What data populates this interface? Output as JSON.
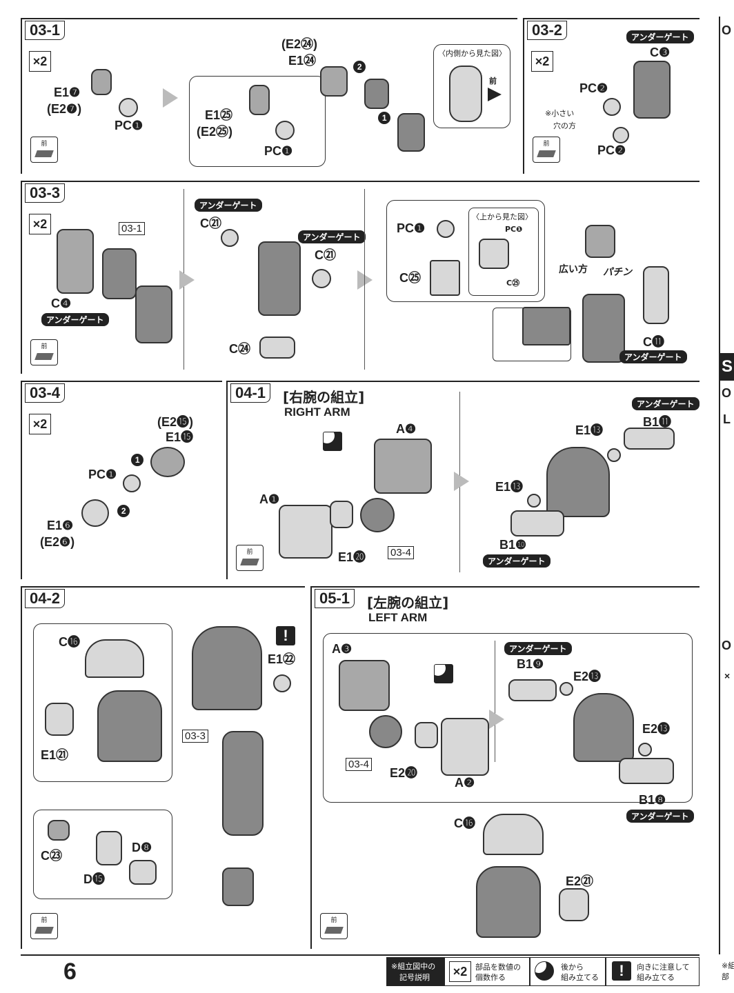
{
  "page_number": "6",
  "common": {
    "front": "前",
    "x2": "×2",
    "underground": "アンダーゲート"
  },
  "p0301": {
    "id": "03-1",
    "e17": "E1❼",
    "e27": "(E2❼)",
    "pc1": "PC❶",
    "e125": "E1㉕",
    "e225": "(E2㉕)",
    "pc1b": "PC❶",
    "e224": "(E2㉔)",
    "e124": "E1㉔",
    "inner_view": "〈内側から見た図〉",
    "front_arrow": "前",
    "s1": "1",
    "s2": "2"
  },
  "p0302": {
    "id": "03-2",
    "c3": "C❸",
    "pc2a": "PC❷",
    "note1": "※小さい",
    "note2": "穴の方",
    "pc2b": "PC❷"
  },
  "p0303": {
    "id": "03-3",
    "ref": "03-1",
    "c4": "C❹",
    "c21a": "C㉑",
    "c21b": "C㉑",
    "c24": "C㉔",
    "pc1": "PC❶",
    "c25": "C㉕",
    "top_view": "〈上から見た図〉",
    "pc1_inner": "PC❶",
    "c25_inner": "C㉕",
    "wide": "広い方",
    "click": "パチン",
    "c11": "C⓫"
  },
  "p0304": {
    "id": "03-4",
    "e215": "(E2⓯)",
    "e115": "E1⓯",
    "pc1": "PC❶",
    "e16": "E1❻",
    "e26": "(E2❻)",
    "s1": "1",
    "s2": "2"
  },
  "p0401": {
    "id": "04-1",
    "title": "[右腕の組立]",
    "subtitle": "RIGHT ARM",
    "a4": "A❹",
    "a1": "A❶",
    "e120": "E1⓴",
    "ref": "03-4",
    "b111": "B1⓫",
    "e113a": "E1⓭",
    "e113b": "E1⓭",
    "b110": "B1❿"
  },
  "p0402": {
    "id": "04-2",
    "c16": "C⓰",
    "e121": "E1㉑",
    "e122": "E1㉒",
    "ref": "03-3",
    "c23": "C㉓",
    "d8": "D❽",
    "d15": "D⓯"
  },
  "p0501": {
    "id": "05-1",
    "title": "[左腕の組立]",
    "subtitle": "LEFT ARM",
    "a3": "A❸",
    "ref": "03-4",
    "e220": "E2⓴",
    "a2": "A❷",
    "b19": "B1❾",
    "e213a": "E2⓭",
    "e213b": "E2⓭",
    "b18": "B1❽",
    "c16": "C⓰",
    "e221": "E2㉑"
  },
  "legend": {
    "title1": "※組立図中の",
    "title2": "記号説明",
    "x2_text1": "部品を数値の",
    "x2_text2": "個数作る",
    "back_text1": "後から",
    "back_text2": "組み立てる",
    "warn_mark": "!",
    "warn_text1": "向きに注意して",
    "warn_text2": "組み立てる"
  },
  "edge": {
    "s": "S",
    "o1": "O",
    "o2": "O",
    "o3": "O",
    "l": "L",
    "x": "×",
    "note": "※組",
    "note2": "部"
  }
}
